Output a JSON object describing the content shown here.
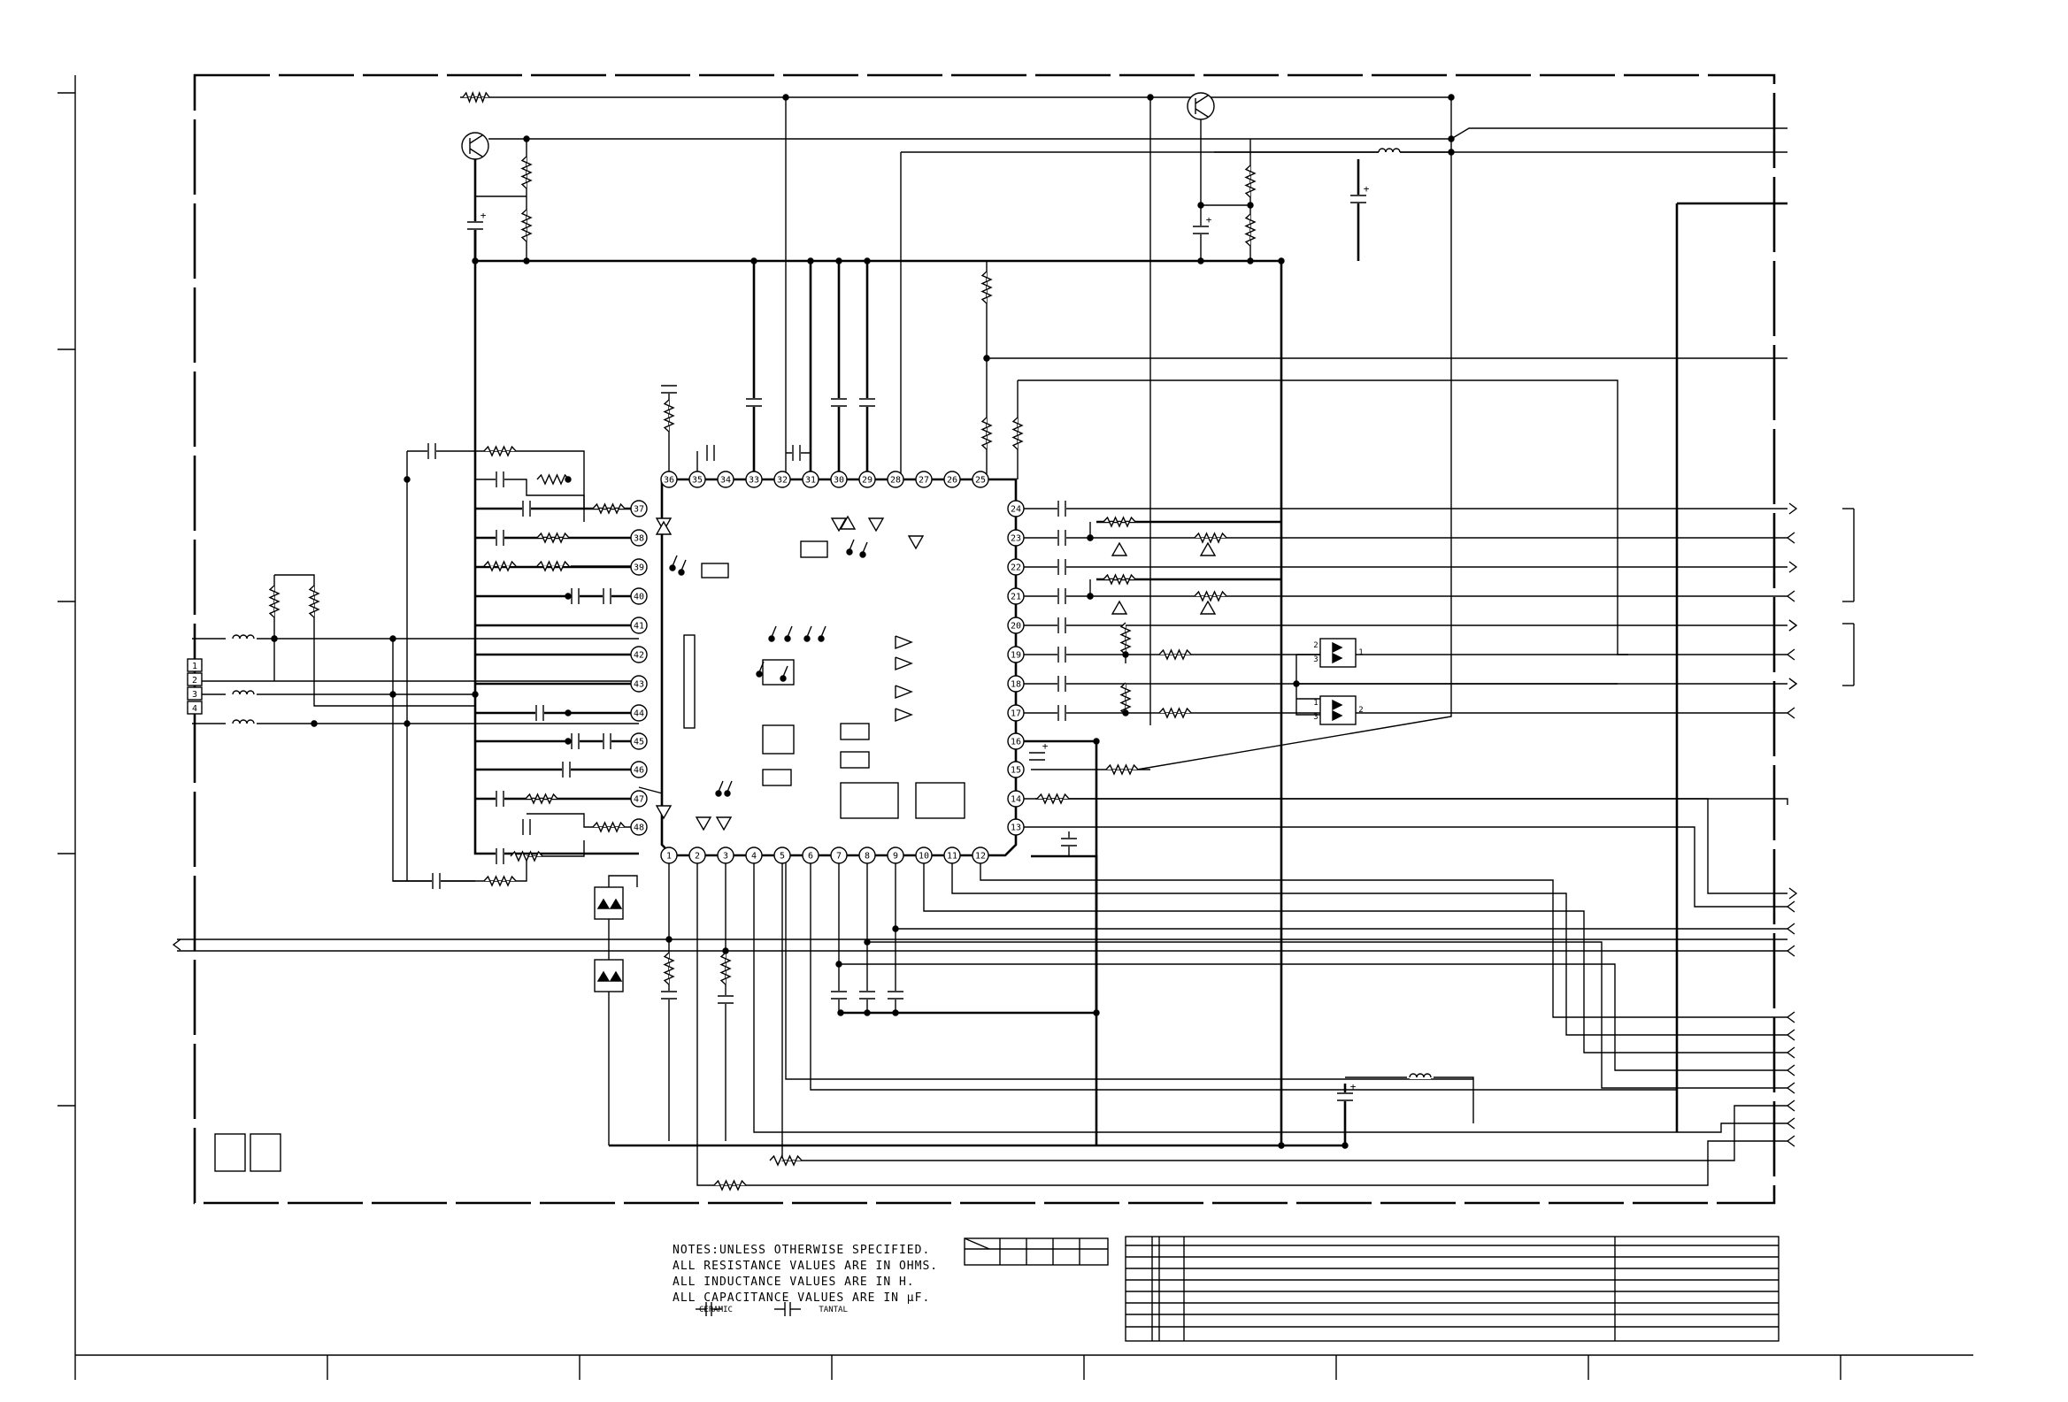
{
  "notes": {
    "line1": "NOTES:UNLESS OTHERWISE SPECIFIED.",
    "line2": "ALL RESISTANCE VALUES ARE IN OHMS.",
    "line3": "ALL INDUCTANCE VALUES ARE IN H.",
    "line4": "ALL CAPACITANCE VALUES ARE IN µF."
  },
  "legend": {
    "ceramic": "CERAMIC",
    "tantal": "TANTAL"
  },
  "connector_pins": [
    "1",
    "2",
    "3",
    "4"
  ],
  "ic_pins": {
    "top": [
      "36",
      "35",
      "34",
      "33",
      "32",
      "31",
      "30",
      "29",
      "28",
      "27",
      "26",
      "25"
    ],
    "right": [
      "24",
      "23",
      "22",
      "21",
      "20",
      "19",
      "18",
      "17",
      "16",
      "15",
      "14",
      "13"
    ],
    "bottom": [
      "1",
      "2",
      "3",
      "4",
      "5",
      "6",
      "7",
      "8",
      "9",
      "10",
      "11",
      "12"
    ],
    "left": [
      "37",
      "38",
      "39",
      "40",
      "41",
      "42",
      "43",
      "44",
      "45",
      "46",
      "47",
      "48"
    ]
  },
  "diode_pack_pins": {
    "upper": [
      "2",
      "3",
      "1"
    ],
    "lower": [
      "1",
      "3",
      "2"
    ]
  }
}
